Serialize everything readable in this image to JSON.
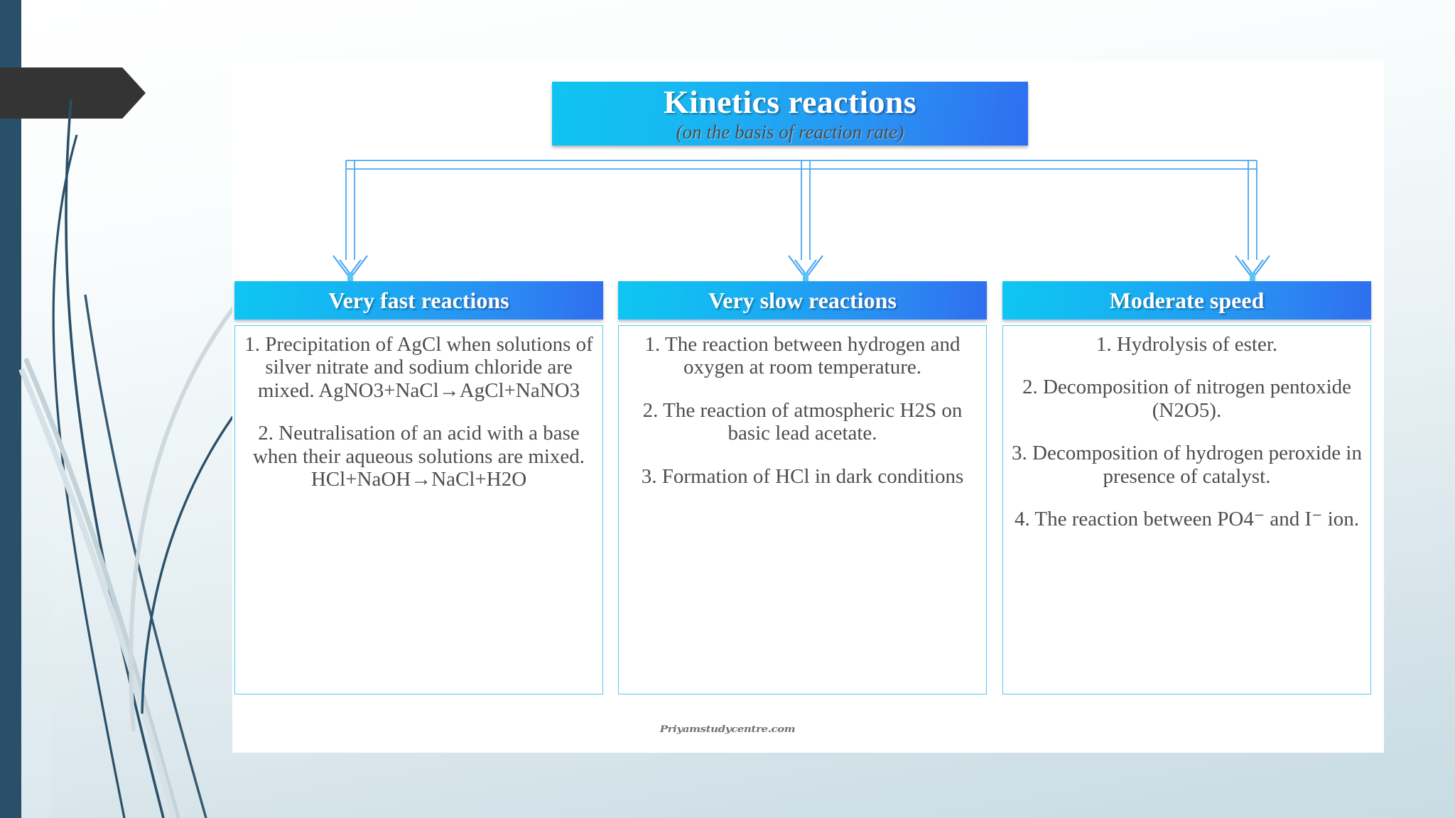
{
  "slide": {
    "title_main": "Kinetics reactions",
    "title_sub": "(on the basis of reaction rate)",
    "watermark": "Priyamstudycentre.com"
  },
  "colors": {
    "header_gradient_start": "#0fc6f2",
    "header_gradient_end": "#2f6ef0",
    "box_border": "#55c8f0",
    "connector": "#3aa9f0",
    "sidebar_bar": "#2a5069",
    "banner_arrow": "#343434",
    "body_text": "#4d4d4d",
    "page_background_top": "#ffffff",
    "page_background_bottom": "#c9dce3"
  },
  "columns": [
    {
      "header": "Very fast reactions",
      "items": [
        "1. Precipitation of AgCl when solutions of silver nitrate and sodium chloride are mixed. AgNO3+NaCl→AgCl+NaNO3",
        "2. Neutralisation of an acid with a base when their aqueous solutions are mixed. HCl+NaOH→NaCl+H2O"
      ]
    },
    {
      "header": "Very slow reactions",
      "items": [
        "1. The reaction between hydrogen and oxygen at room temperature.",
        "2. The reaction of atmospheric H2S on basic lead acetate.",
        "3. Formation of HCl in dark conditions"
      ]
    },
    {
      "header": "Moderate speed",
      "items": [
        "1. Hydrolysis of ester.",
        "2. Decomposition of nitrogen pentoxide (N2O5).",
        "3. Decomposition of hydrogen peroxide in presence of catalyst.",
        "4. The reaction between PO4⁻ and I⁻ ion."
      ]
    }
  ]
}
